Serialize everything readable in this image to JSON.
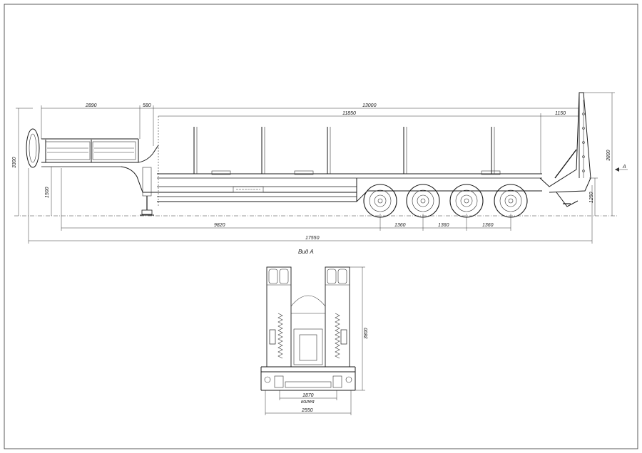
{
  "drawing": {
    "side_view": {
      "dims": {
        "front_overhang": "2890",
        "kingpin_offset": "580",
        "deck_length": "13000",
        "platform_length": "11850",
        "rear_section": "1150",
        "total_height": "3300",
        "neck_height": "1500",
        "ramp_height": "3800",
        "rear_deck_height": "1250",
        "kingpin_to_axle": "9820",
        "axle_spacing_1": "1360",
        "axle_spacing_2": "1360",
        "axle_spacing_3": "1360",
        "overall_length": "17550"
      },
      "view_marker": "A"
    },
    "rear_view": {
      "title": "Вид А",
      "height": "3800",
      "track_value": "1870",
      "track_label": "колея",
      "width": "2550"
    }
  }
}
